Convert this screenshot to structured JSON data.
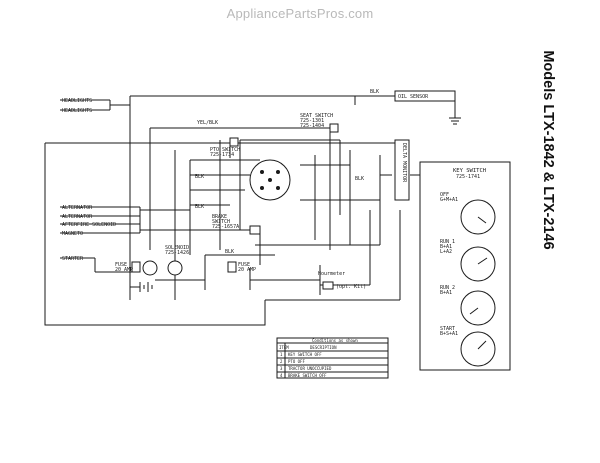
{
  "watermark": "AppliancePartsPros.com",
  "title": "Models LTX-1842 & LTX-2146",
  "left_labels": {
    "headlights_1": "HEADLIGHTS",
    "headlights_2": "HEADLIGHTS",
    "alternator_1": "ALTERNATOR",
    "alternator_2": "ALTERNATOR",
    "afterfire_solenoid": "AFTERFIRE SOLENOID",
    "magneto": "MAGNETO",
    "starter": "STARTER"
  },
  "components": {
    "oil_sensor": "OIL SENSOR",
    "seat_switch": [
      "SEAT SWITCH",
      "725-1301",
      "725-1404"
    ],
    "pto_switch": [
      "PTO SWITCH",
      "725-1734"
    ],
    "brake_switch": [
      "BRAKE",
      "SWITCH",
      "725-1657A"
    ],
    "solenoid": [
      "SOLENOID",
      "725-1426"
    ],
    "fuse_20amp_1": [
      "FUSE",
      "20 AMP"
    ],
    "fuse_20amp_2": [
      "FUSE",
      "20 AMP"
    ],
    "hourmeter": [
      "Hourmeter",
      "(opt. Kit)"
    ],
    "delta_monitor": "DELTA MONITOR"
  },
  "wire_labels": {
    "blk_top": "BLK",
    "yel_blk": "YEL/BLK",
    "blk_mid": "BLK",
    "blk_right": "BLK",
    "blk_brake": "BLK",
    "blk_low": "BLK"
  },
  "key_switch": {
    "title": [
      "KEY SWITCH",
      "725-1741"
    ],
    "positions": [
      {
        "name": "OFF",
        "code": "G+M+A1"
      },
      {
        "name": "RUN 1",
        "code": "B+A1\nL+A2"
      },
      {
        "name": "RUN 2",
        "code": "B+A1"
      },
      {
        "name": "START",
        "code": "B+S+A1"
      }
    ]
  },
  "conditions_table": {
    "title": "Conditions as shown",
    "headers": [
      "ITEM",
      "DESCRIPTION"
    ],
    "rows": [
      [
        "1",
        "KEY SWITCH OFF"
      ],
      [
        "2",
        "PTO OFF"
      ],
      [
        "3",
        "TRACTOR UNOCCUPIED"
      ],
      [
        "4",
        "BRAKE SWITCH OFF"
      ]
    ]
  },
  "colors": {
    "line": "#1a1a1a",
    "watermark": "#b9b9b9"
  }
}
